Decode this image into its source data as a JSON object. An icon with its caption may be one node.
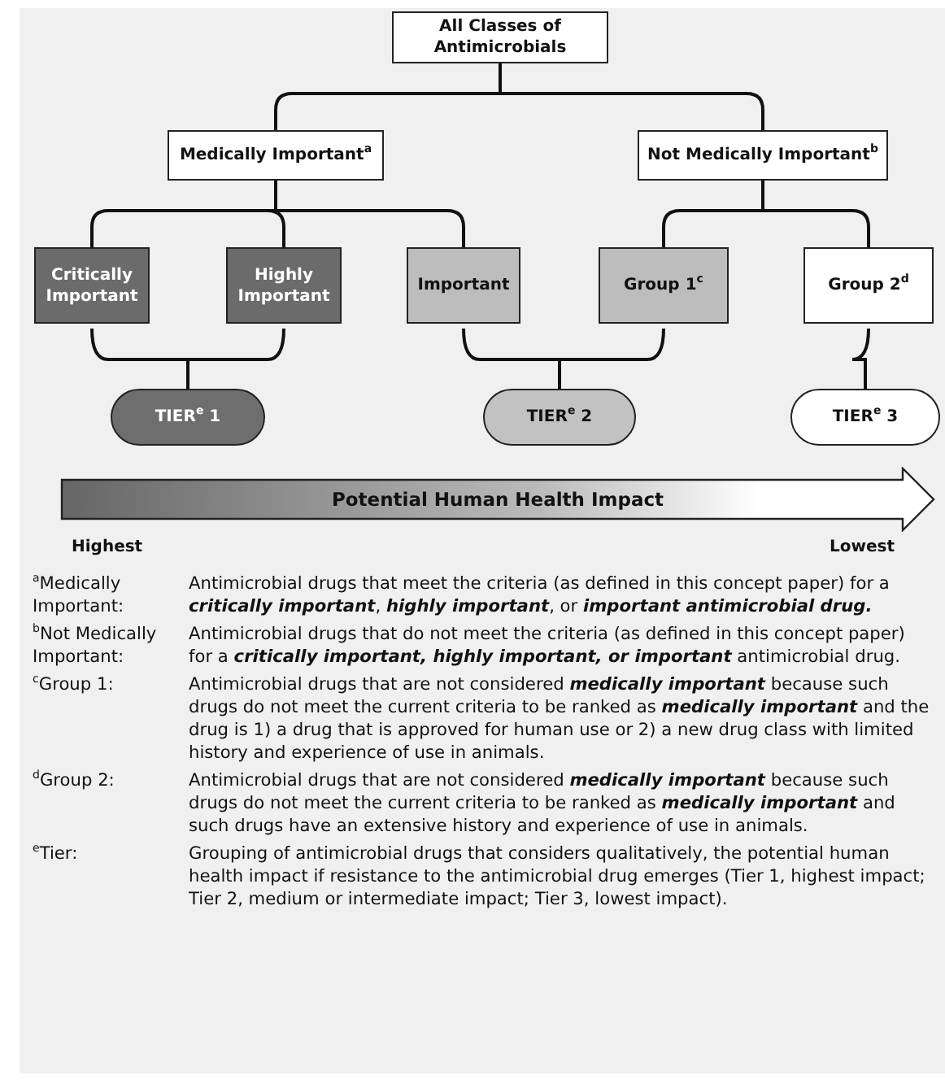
{
  "diagram": {
    "nodes": [
      {
        "text": [
          "All Classes of Antimicrobials"
        ]
      },
      {
        "text": [
          "Medically Important$^{a}$"
        ]
      },
      {
        "text": [
          "Not Medically Important$^{b}$"
        ]
      },
      {
        "text": [
          "Critically Important"
        ]
      },
      {
        "text": [
          "Highly Important"
        ]
      },
      {
        "text": [
          "Important"
        ]
      },
      {
        "text": [
          "Group 1$^{c}$"
        ]
      },
      {
        "text": [
          "Group 2$^{d}$"
        ]
      },
      {
        "text": [
          "TIER$^{e}$ 1"
        ]
      },
      {
        "text": [
          "TIER$^{e}$ 2"
        ]
      },
      {
        "text": [
          "TIER$^{e}$ 3"
        ]
      },
      {
        "text": [
          "Potential Human Health Impact"
        ],
        "beside": [
          "Highest",
          "Lowest"
        ]
      }
    ],
    "edges": [
      {
        "from": 0,
        "to": 1,
        "arrow": "none"
      },
      {
        "from": 0,
        "to": 2,
        "arrow": "none"
      },
      {
        "from": 1,
        "to": 3,
        "arrow": "none"
      },
      {
        "from": 1,
        "to": 4,
        "arrow": "none"
      },
      {
        "from": 1,
        "to": 5,
        "arrow": "none"
      },
      {
        "from": 2,
        "to": 6,
        "arrow": "none"
      },
      {
        "from": 2,
        "to": 7,
        "arrow": "none"
      },
      {
        "from": 3,
        "to": 8,
        "arrow": "none"
      },
      {
        "from": 4,
        "to": 8,
        "arrow": "none"
      },
      {
        "from": 5,
        "to": 9,
        "arrow": "none"
      },
      {
        "from": 6,
        "to": 9,
        "arrow": "none"
      },
      {
        "from": 7,
        "to": 10,
        "arrow": "none"
      }
    ],
    "labels": [
      "$^{a}$Medically Important:",
      "Antimicrobial drugs that meet the criteria (as defined in this concept paper) for a **critically important**, **highly important**, or **important antimicrobial drug.**",
      "$^{b}$Not Medically Important:",
      "Antimicrobial drugs that do not meet the criteria (as defined in this concept paper) for a **critically important, highly important, or important** antimicrobial drug.",
      "$^{c}$Group 1:",
      "Antimicrobial drugs that are not considered **medically important** because such drugs do not meet the current criteria to be ranked as **medically important** and the drug is 1) a drug that is approved for human use or 2) a new drug class with limited history and experience of use in animals.",
      "$^{d}$Group 2:",
      "Antimicrobial drugs that are not considered **medically important** because such drugs do not meet the current criteria to be ranked as **medically important** and such drugs have an extensive history and experience of use in animals.",
      "$^{e}$Tier:",
      "Grouping of antimicrobial drugs that considers qualitatively, the potential human health impact if resistance to the antimicrobial drug emerges (Tier 1, highest impact; Tier 2, medium or intermediate impact; Tier 3, lowest impact)."
    ]
  }
}
